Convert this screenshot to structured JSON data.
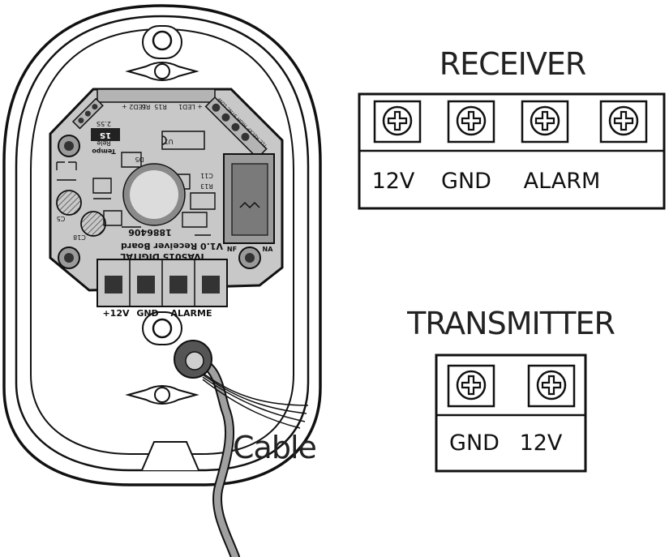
{
  "receiver": {
    "title": "RECEIVER",
    "terminals": [
      "12V",
      "GND",
      "ALARM",
      ""
    ]
  },
  "transmitter": {
    "title": "TRANSMITTER",
    "terminals": [
      "GND",
      "12V"
    ]
  },
  "cable_label": "Cable",
  "board": {
    "terminal_labels": [
      "+12V",
      "GND",
      "ALARME"
    ],
    "part_number": "1886406",
    "model": "IVA5015 DIGITAL",
    "board_name": "V1.0 Receiver Board",
    "led1": "+ LED1",
    "led2": "LED2 +",
    "r6": "R6",
    "r15": "R15",
    "u1": "U1",
    "r13": "R13",
    "c11": "C11",
    "c5": "C5",
    "c18": "C18",
    "d5": "D5",
    "tempo_label": "Tempo",
    "rele_label": "Rele",
    "time_1s": "1S",
    "time_2s": "2.5S",
    "nf": "NF",
    "na": "NA",
    "connector_text": "TLC RECEP HIGH SYNC LOW"
  },
  "colors": {
    "board": "#c8c8c8",
    "board_dark": "#9a9a9a",
    "cable": "#a0a0a0",
    "lens_ring": "#8a8a8a",
    "lens": "#dcdcdc",
    "grommet": "#555555",
    "line": "#111111"
  }
}
